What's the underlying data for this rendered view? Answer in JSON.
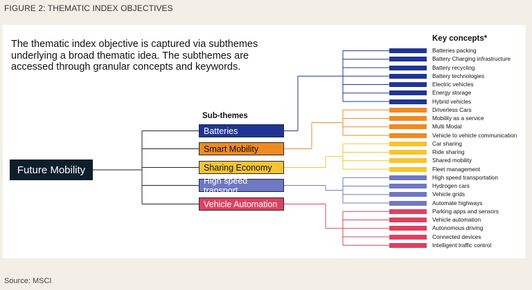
{
  "figure_title": "FIGURE 2: THEMATIC INDEX OBJECTIVES",
  "intro_text": "The thematic index objective is captured via subthemes underlying a broad thematic idea. The subthemes are accessed through granular concepts and keywords.",
  "subthemes_header": "Sub-themes",
  "concepts_header": "Key concepts*",
  "root_label": "Future Mobility",
  "subthemes": [
    {
      "label": "Batteries",
      "color": "#1f3596",
      "text_color": "#ffffff"
    },
    {
      "label": "Smart Mobility",
      "color": "#ef8a22",
      "text_color": "#111111"
    },
    {
      "label": "Sharing Economy",
      "color": "#f7c431",
      "text_color": "#111111"
    },
    {
      "label": "High speed transport",
      "color": "#6f78c4",
      "text_color": "#ffffff"
    },
    {
      "label": "Vehicle Automation",
      "color": "#e0405f",
      "text_color": "#ffffff"
    }
  ],
  "concepts": [
    [
      "Batteries packing",
      "Battery Charging infrastructure",
      "Battery recycling",
      "Battery technologies",
      "Electric vehicles",
      "Energy storage",
      "Hybrid vehicles"
    ],
    [
      "Driverless Cars",
      "Mobility as a service",
      "Multi Modal",
      "Vehicle to vehicle communication"
    ],
    [
      "Car sharing",
      "Ride sharing",
      "Shared mobility",
      "Fleet management"
    ],
    [
      "High speed transportation",
      "Hydrogen cars",
      "Vehicle grids",
      "Automate highways"
    ],
    [
      "Parking apps and sensors",
      "Vehicle automation",
      "Autonomous driving",
      "Connected devices",
      "Intelligent traffic control"
    ]
  ],
  "source": "Source: MSCI"
}
